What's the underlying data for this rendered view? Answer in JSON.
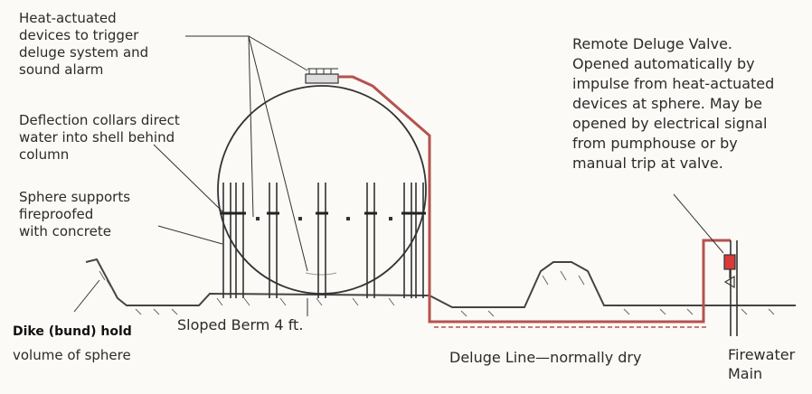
{
  "labels": {
    "heat_devices": "Heat-actuated\ndevices to trigger\ndeluge system and\nsound alarm",
    "deflection_collars": "Deflection collars direct\nwater into shell behind\ncolumn",
    "sphere_supports": "Sphere supports\nfireproofed\nwith concrete",
    "dike_line1": "Dike (bund) hold",
    "dike_line2": "volume of sphere",
    "sloped_berm": "Sloped Berm 4 ft.",
    "remote_valve": "Remote Deluge Valve.\nOpened automatically by\nimpulse from heat-actuated\ndevices at sphere. May be\nopened by electrical signal\nfrom pumphouse or by\nmanual trip at valve.",
    "deluge_line": "Deluge Line—normally dry",
    "firewater_main": "Firewater\nMain"
  },
  "colors": {
    "ink": "#2b2b2b",
    "pipe": "#b5524f",
    "paper": "#fbfaf6",
    "valve": "#d93a3a"
  }
}
